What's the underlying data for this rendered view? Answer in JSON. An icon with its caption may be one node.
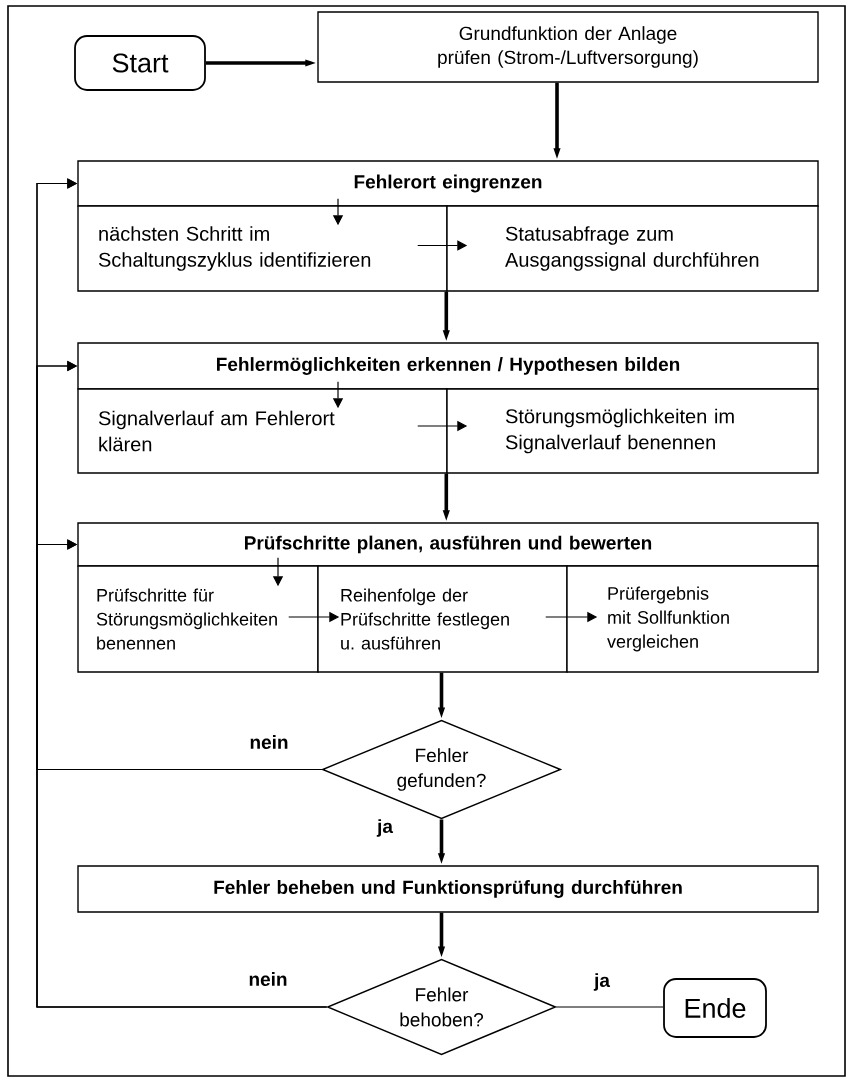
{
  "diagram": {
    "nodes": [
      {
        "text": [
          "Start"
        ]
      },
      {
        "text": [
          "Grundfunktion der Anlage prüfen (Strom-/Luftversorgung)"
        ]
      },
      {
        "text": [
          "Fehlerort eingrenzen"
        ]
      },
      {
        "text": [
          "nächsten Schritt im Schaltungszyklus identifizieren"
        ]
      },
      {
        "text": [
          "Statusabfrage zum Ausgangssignal durchführen"
        ]
      },
      {
        "text": [
          "Fehlermöglichkeiten erkennen / Hypothesen bilden"
        ]
      },
      {
        "text": [
          "Signalverlauf am Fehlerort klären"
        ]
      },
      {
        "text": [
          "Störungsmöglichkeiten im Signalverlauf benennen"
        ]
      },
      {
        "text": [
          "Prüfschritte planen, ausführen und bewerten"
        ]
      },
      {
        "text": [
          "Prüfschritte für Störungsmöglichkeiten benennen"
        ]
      },
      {
        "text": [
          "Reihenfolge der Prüfschritte festlegen u. ausführen"
        ]
      },
      {
        "text": [
          "Prüfergebnis mit Sollfunktion vergleichen"
        ]
      },
      {
        "text": [
          "Fehler gefunden?"
        ]
      },
      {
        "text": [
          "Fehler beheben und Funktionsprüfung durchführen"
        ]
      },
      {
        "text": [
          "Fehler behoben?"
        ]
      },
      {
        "text": [
          "Ende"
        ]
      }
    ],
    "edges": [
      {
        "from": 0,
        "to": 1,
        "arrow": "to",
        "style": "thick"
      },
      {
        "from": 1,
        "to": 2,
        "arrow": "to",
        "style": "thick"
      },
      {
        "from": 2,
        "to": 3,
        "arrow": "to"
      },
      {
        "from": 3,
        "to": 4,
        "arrow": "to"
      },
      {
        "from": 4,
        "to": 5,
        "arrow": "to",
        "style": "thick"
      },
      {
        "from": 5,
        "to": 6,
        "arrow": "to"
      },
      {
        "from": 6,
        "to": 7,
        "arrow": "to"
      },
      {
        "from": 7,
        "to": 8,
        "arrow": "to",
        "style": "thick"
      },
      {
        "from": 8,
        "to": 9,
        "arrow": "to"
      },
      {
        "from": 9,
        "to": 10,
        "arrow": "to"
      },
      {
        "from": 10,
        "to": 11,
        "arrow": "to"
      },
      {
        "from": 10,
        "to": 12,
        "arrow": "to",
        "style": "thick"
      },
      {
        "from": 12,
        "to": 2,
        "arrow": "to",
        "label": "nein"
      },
      {
        "from": 12,
        "to": 5,
        "arrow": "to"
      },
      {
        "from": 12,
        "to": 8,
        "arrow": "to"
      },
      {
        "from": 12,
        "to": 13,
        "arrow": "to",
        "label": "ja",
        "style": "thick"
      },
      {
        "from": 13,
        "to": 14,
        "arrow": "to",
        "style": "thick"
      },
      {
        "from": 14,
        "to": 2,
        "arrow": "to",
        "label": "nein"
      },
      {
        "from": 14,
        "to": 5,
        "arrow": "to"
      },
      {
        "from": 14,
        "to": 8,
        "arrow": "to"
      },
      {
        "from": 14,
        "to": 15,
        "arrow": "none",
        "label": "ja"
      }
    ]
  }
}
